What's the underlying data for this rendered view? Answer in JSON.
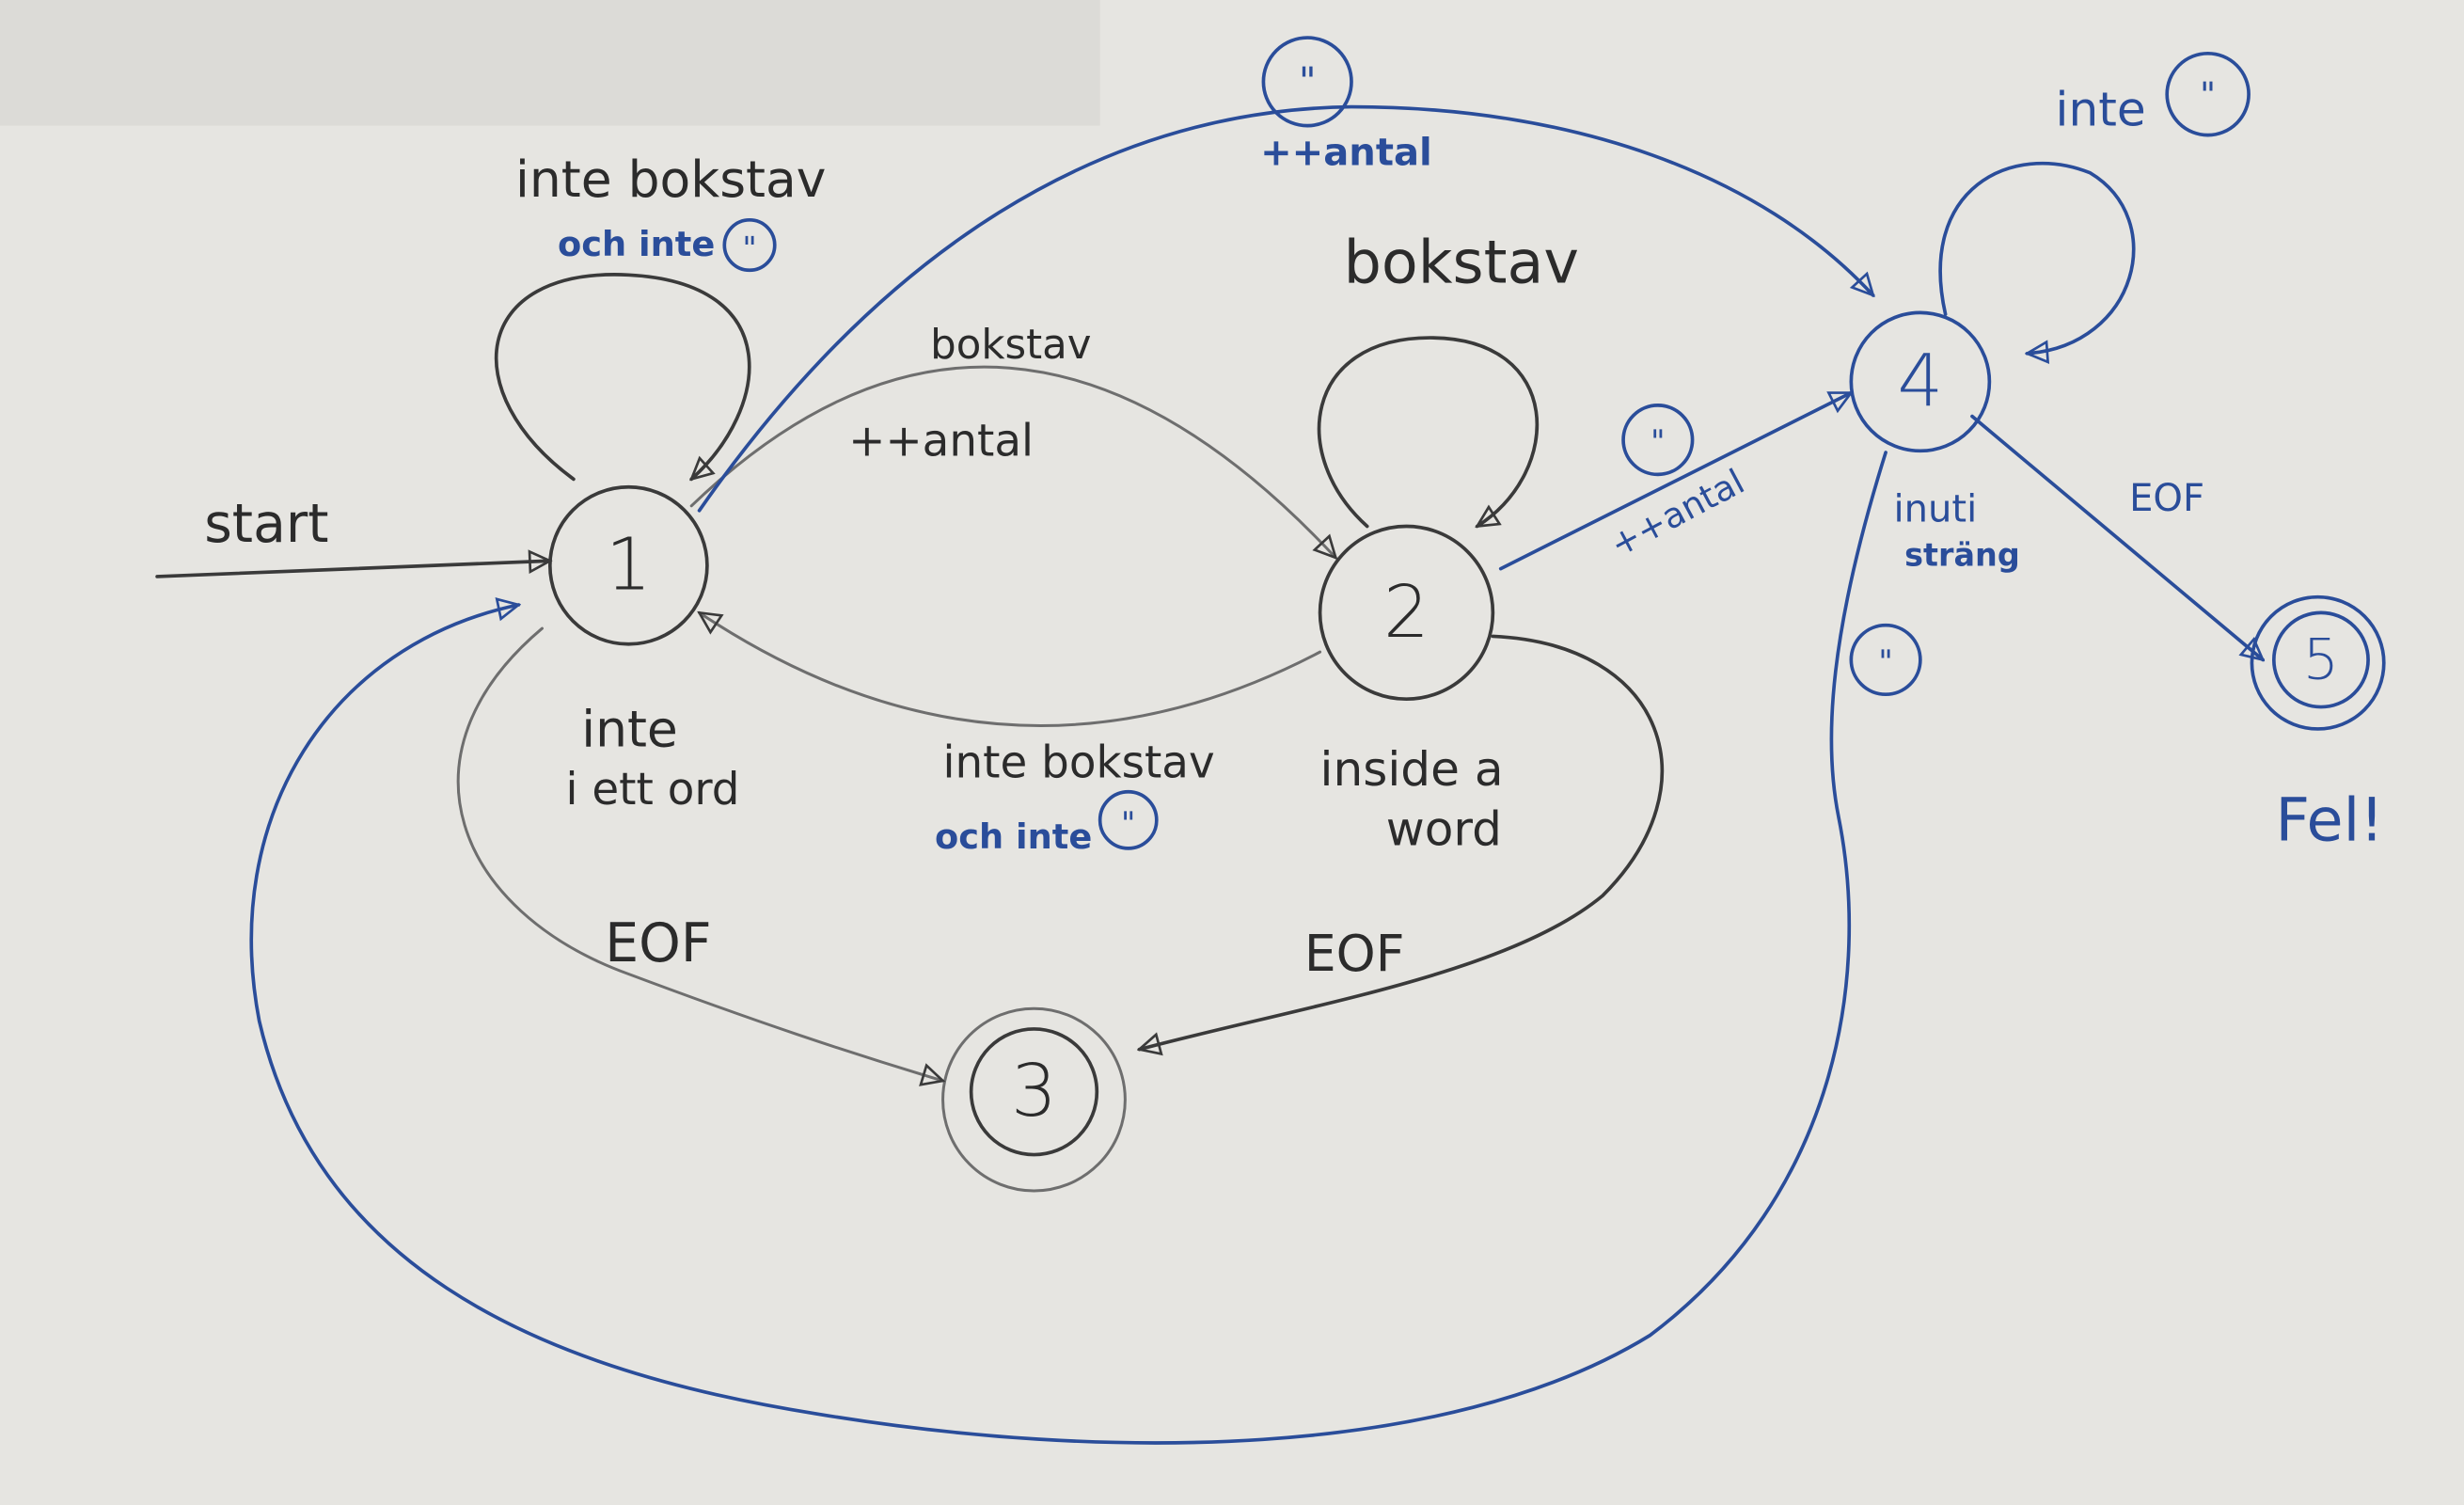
{
  "colors": {
    "board": "#e6e5e1",
    "black_marker": "#3a3a3a",
    "blue_marker": "#2a4d9a"
  },
  "states": {
    "s1": "1",
    "s2": "2",
    "s3": "3",
    "s4": "4",
    "s5": "5"
  },
  "start_label": "start",
  "labels": {
    "loop1_line1": "inte bokstav",
    "loop1_line2": "och inte",
    "loop1_quote": "\"",
    "t12_line1": "bokstav",
    "t12_line2": "++antal",
    "loop2": "bokstav",
    "t21_line1": "inte bokstav",
    "t21_line2": "och inte",
    "t21_quote": "\"",
    "state1_desc_line1": "inte",
    "state1_desc_line2": "i ett ord",
    "state2_desc_line1": "inside a",
    "state2_desc_line2": "word",
    "t13": "EOF",
    "t23": "EOF",
    "t14_quote": "\"",
    "t14_action": "++antal",
    "t24_quote": "\"",
    "t24_action": "++antal",
    "loop4_text": "inte",
    "loop4_quote": "\"",
    "state4_desc_line1": "inuti",
    "state4_desc_line2": "sträng",
    "t45": "EOF",
    "t41_quote": "\"",
    "error": "Fel!"
  }
}
